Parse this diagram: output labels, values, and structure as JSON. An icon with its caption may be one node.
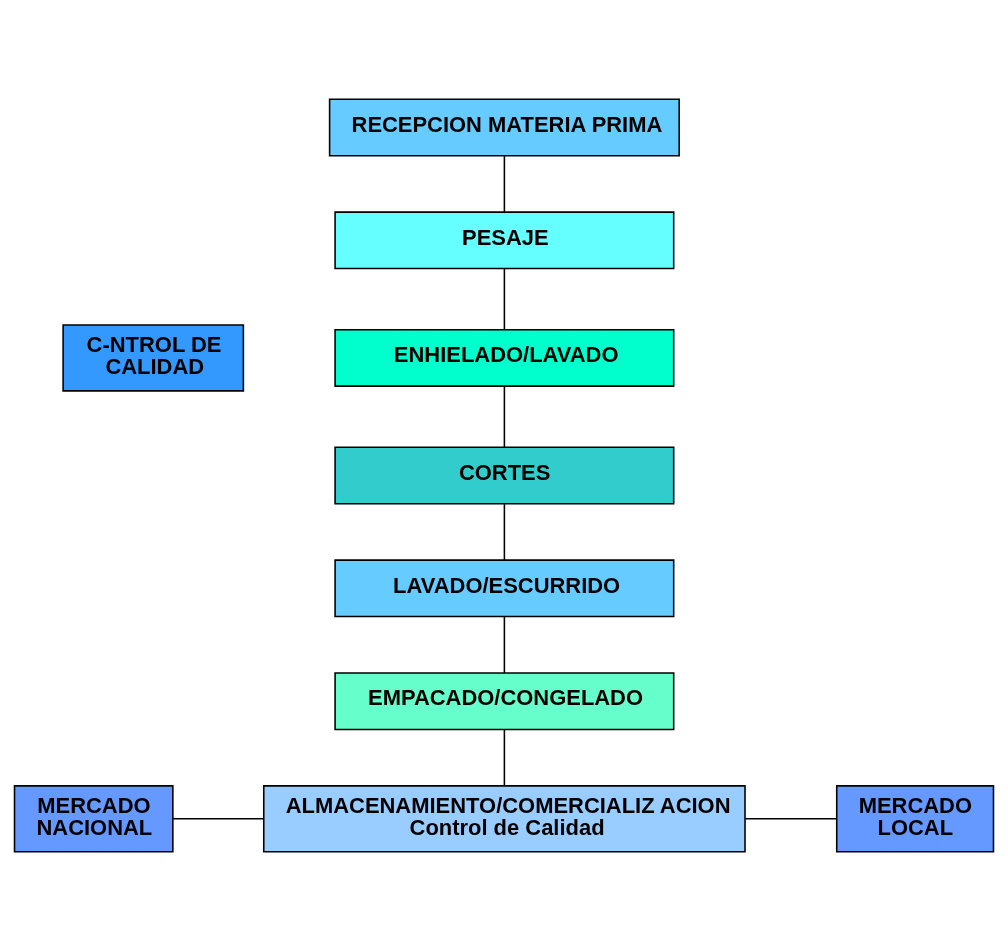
{
  "diagram": {
    "nodes": [
      {
        "text": [
          "RECEPCION MATERIA PRIMA"
        ]
      },
      {
        "text": [
          "PESAJE"
        ]
      },
      {
        "text": [
          "C-NTROL DE CALIDAD"
        ]
      },
      {
        "text": [
          "ENHIELADO/LAVADO"
        ]
      },
      {
        "text": [
          "CORTES"
        ]
      },
      {
        "text": [
          "LAVADO/ESCURRIDO"
        ]
      },
      {
        "text": [
          "EMPACADO/CONGELADO"
        ]
      },
      {
        "text": [
          "MERCADO NACIONAL"
        ]
      },
      {
        "text": [
          "ALMACENAMIENTO/COMERCIALIZ ACION",
          "Control de Calidad"
        ]
      },
      {
        "text": [
          "MERCADO LOCAL"
        ]
      }
    ],
    "edges": [
      {
        "from": 0,
        "to": 1,
        "arrow": "none"
      },
      {
        "from": 1,
        "to": 3,
        "arrow": "none"
      },
      {
        "from": 3,
        "to": 4,
        "arrow": "none"
      },
      {
        "from": 4,
        "to": 5,
        "arrow": "none"
      },
      {
        "from": 5,
        "to": 6,
        "arrow": "none"
      },
      {
        "from": 6,
        "to": 8,
        "arrow": "none"
      },
      {
        "from": 8,
        "to": 7,
        "arrow": "none"
      },
      {
        "from": 8,
        "to": 9,
        "arrow": "none"
      }
    ]
  }
}
